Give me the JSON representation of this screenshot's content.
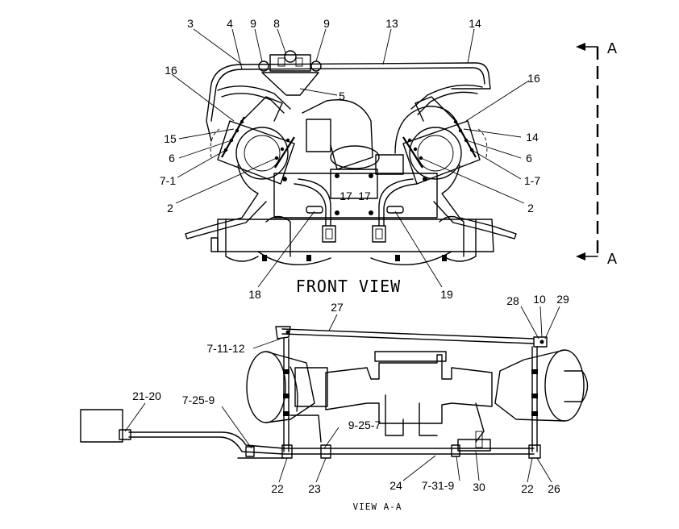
{
  "front_view": {
    "title": "FRONT VIEW",
    "callouts": {
      "c3": "3",
      "c4": "4",
      "c9a": "9",
      "c8": "8",
      "c9b": "9",
      "c13": "13",
      "c14top": "14",
      "c16l": "16",
      "c5": "5",
      "c16r": "16",
      "c15": "15",
      "c14r": "14",
      "c6l": "6",
      "c6r": "6",
      "c7_1": "7-1",
      "c1_7": "1-7",
      "c2l": "2",
      "c2r": "2",
      "c17a": "17",
      "c17b": "17",
      "c18": "18",
      "c19": "19"
    }
  },
  "section_marker": {
    "label_top": "A",
    "label_bottom": "A"
  },
  "view_a_a": {
    "title": "VIEW A-A",
    "callouts": {
      "c27": "27",
      "c28": "28",
      "c10": "10",
      "c29": "29",
      "c7_11_12": "7-11-12",
      "c21_20": "21-20",
      "c7_25_9": "7-25-9",
      "c9_25_7": "9-25-7",
      "c22l": "22",
      "c23": "23",
      "c24": "24",
      "c7_31_9": "7-31-9",
      "c30": "30",
      "c22r": "22",
      "c26": "26"
    }
  }
}
